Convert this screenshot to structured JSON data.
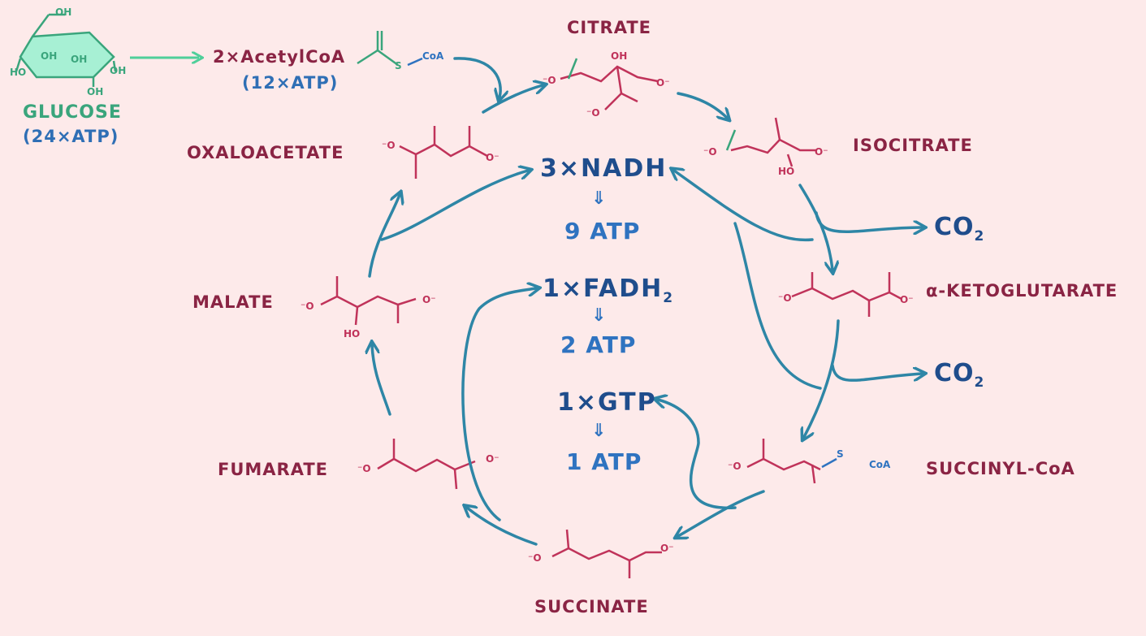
{
  "glucose": {
    "name": "GLUCOSE",
    "atp": "(24×ATP)",
    "oh": "OH"
  },
  "acetylcoa": {
    "name": "2×AcetylCoA",
    "atp": "(12×ATP)",
    "coa": "CoA",
    "s": "S"
  },
  "molecules": {
    "citrate": "CITRATE",
    "isocitrate": "ISOCITRATE",
    "aketoglutarate": "α-KETOGLUTARATE",
    "succinylcoa": "SUCCINYL-CoA",
    "succinate": "SUCCINATE",
    "fumarate": "FUMARATE",
    "malate": "MALATE",
    "oxaloacetate": "OXALOACETATE"
  },
  "center": {
    "nadh": "3×NADH",
    "nadh_atp": "9 ATP",
    "fadh_prefix": "1×FADH",
    "fadh_sub": "2",
    "fadh_atp": "2 ATP",
    "gtp": "1×GTP",
    "gtp_atp": "1 ATP",
    "arrow": "⇓"
  },
  "co2": {
    "main": "CO",
    "sub": "2"
  },
  "chem": {
    "oh": "OH",
    "ho": "HO",
    "o_minus": "⁻O",
    "minus_o": "O⁻",
    "s": "S",
    "coa": "CoA"
  },
  "colors": {
    "background": "#fdeaea",
    "molecule": "#8a2444",
    "bond": "#c0335a",
    "glucose": "#3aa57c",
    "arrow": "#2e86a6",
    "energy": "#1f4d8c"
  }
}
